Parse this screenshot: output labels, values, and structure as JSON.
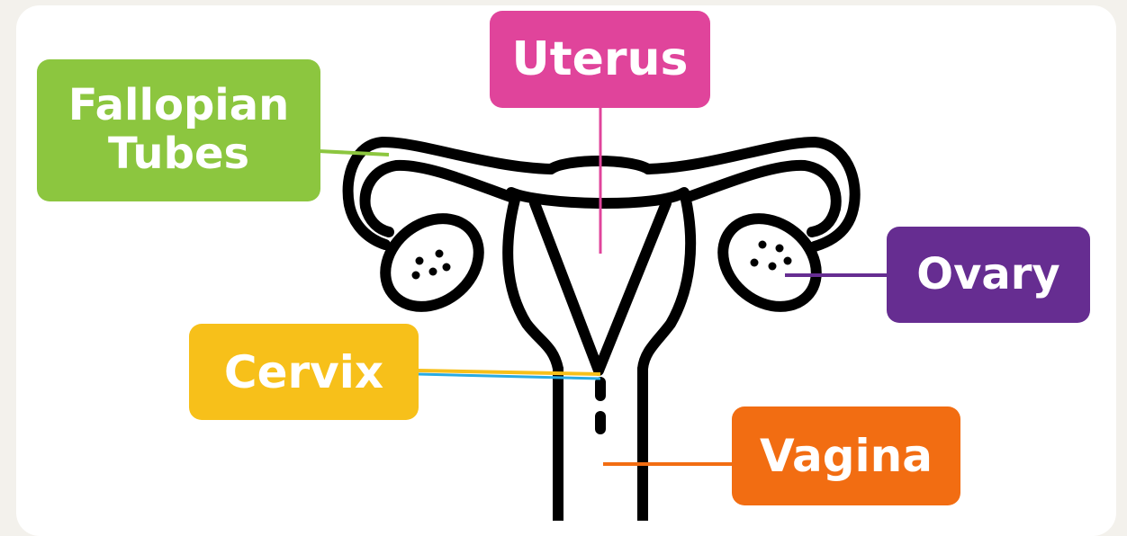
{
  "labels": {
    "uterus": {
      "text": "Uterus",
      "color": "#e0449b"
    },
    "fallopian_tubes": {
      "text": "Fallopian\nTubes",
      "color": "#8cc63f"
    },
    "ovary": {
      "text": "Ovary",
      "color": "#662d91"
    },
    "cervix": {
      "text": "Cervix",
      "color": "#f7c01a"
    },
    "vagina": {
      "text": "Vagina",
      "color": "#f26d12"
    }
  },
  "colors": {
    "outline": "#000000",
    "background": "#f3f1ec",
    "card": "#ffffff",
    "cervix_pointer_secondary": "#29abe2"
  }
}
